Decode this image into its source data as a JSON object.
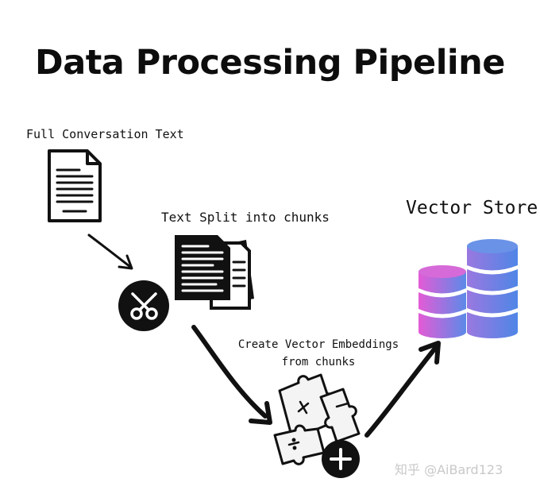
{
  "title": "Data Processing Pipeline",
  "steps": {
    "full_text_label": "Full Conversation Text",
    "split_label": "Text Split into chunks",
    "embed_label": "Create Vector Embeddings from chunks",
    "store_label": "Vector Store"
  },
  "watermark": "知乎 @AiBard123",
  "icons": [
    "document-icon",
    "documents-stack-icon",
    "scissors-icon",
    "puzzle-icon",
    "plus-icon",
    "database-icon"
  ],
  "colors": {
    "ink": "#111111",
    "db_gradient_start": "#e45bd6",
    "db_gradient_end": "#5b8ae8"
  }
}
